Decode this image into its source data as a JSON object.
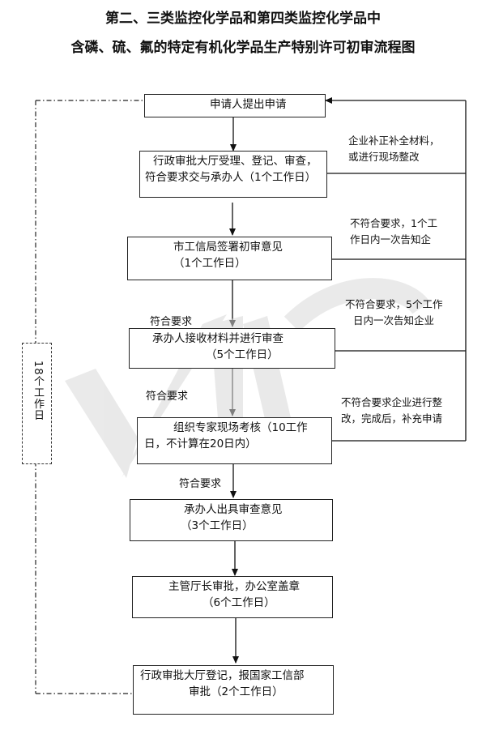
{
  "title": {
    "line1": "第二、三类监控化学品和第四类监控化学品中",
    "line2": "含磷、硫、氟的特定有机化学品生产特别许可初审流程图"
  },
  "steps": [
    {
      "text": "申请人提出申请"
    },
    {
      "text": "行政审批大厅受理、登记、审查，符合要求交与承办人（1个工作日）"
    },
    {
      "text": "市工信局签署初审意见（1个工作日）"
    },
    {
      "text": "承办人接收材料并进行审查（5个工作日）"
    },
    {
      "text": "组织专家现场考核（10工作日，不计算在20日内）"
    },
    {
      "text": "承办人出具审查意见（3个工作日）"
    },
    {
      "text": "主管厅长审批，办公室盖章（6个工作日）"
    },
    {
      "text": "行政审批大厅登记，报国家工信部审批（2个工作日）"
    }
  ],
  "boxes": {
    "b1": {
      "l1": "申请人提出申请"
    },
    "b2": {
      "l1": "行政审批大厅受理、登记、审查，",
      "l2": "符合要求交与承办人（1个工作日）"
    },
    "b3": {
      "l1": "市工信局签署初审意见",
      "l2": "（1个工作日）"
    },
    "b4": {
      "l1": "承办人接收材料并进行审查",
      "l2": "（5个工作日）"
    },
    "b5": {
      "l1": "组织专家现场考核（10工作",
      "l2": "日，不计算在20日内）"
    },
    "b6": {
      "l1": "承办人出具审查意见",
      "l2": "（3个工作日）"
    },
    "b7": {
      "l1": "主管厅长审批，办公室盖章",
      "l2": "（6个工作日）"
    },
    "b8": {
      "l1": "行政审批大厅登记，报国家工信部",
      "l2": "审批（2个工作日）"
    }
  },
  "labels": {
    "meet1": "符合要求",
    "meet2": "符合要求",
    "meet3": "符合要求"
  },
  "notes": {
    "n1": {
      "l1": "企业补正补全材料，",
      "l2": "或进行现场整改"
    },
    "n2": {
      "l1": "不符合要求，1个工",
      "l2": "作日内一次告知企"
    },
    "n3": {
      "l1": "不符合要求，5个工作",
      "l2": "日内一次告知企业"
    },
    "n4": {
      "l1": "不符合要求企业进行整",
      "l2": "改，完成后，补充申请"
    }
  },
  "total_days": "18个工作日"
}
